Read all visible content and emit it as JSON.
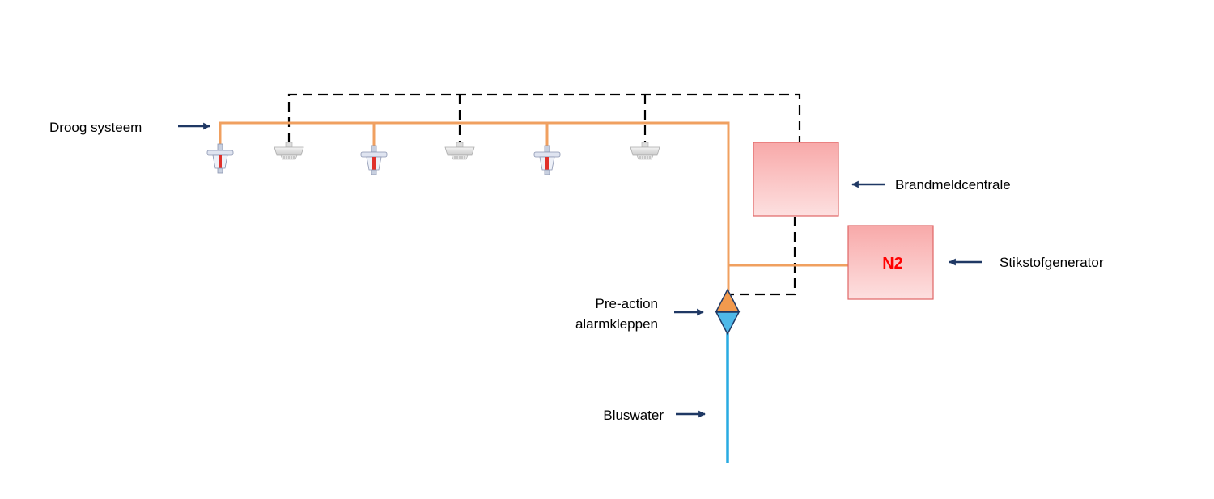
{
  "labels": {
    "droog_systeem": "Droog systeem",
    "brandmeldcentrale": "Brandmeldcentrale",
    "stikstofgenerator": "Stikstofgenerator",
    "pre_action_line1": "Pre-action",
    "pre_action_line2": "alarmkleppen",
    "bluswater": "Bluswater",
    "n2": "N2"
  },
  "colors": {
    "dry_pipe": "#f0a060",
    "water_pipe": "#29abe2",
    "signal_line": "#000000",
    "arrow": "#1f3864",
    "box_fill": "#f8b4b4",
    "box_stroke": "#e06666",
    "n2_text": "#ff0000",
    "valve_top": "#f29a4e",
    "valve_bottom": "#4fb8e8"
  },
  "icons": {
    "sprinkler": "sprinkler-head-icon",
    "smoke_detector": "smoke-detector-icon"
  }
}
